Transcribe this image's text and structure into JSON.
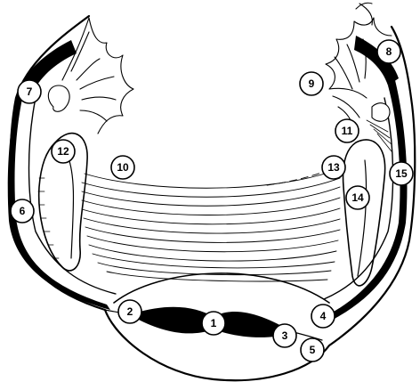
{
  "diagram": {
    "labels": [
      "1",
      "2",
      "3",
      "4",
      "5",
      "6",
      "7",
      "8",
      "9",
      "10",
      "11",
      "12",
      "13",
      "14",
      "15"
    ]
  },
  "colors": {
    "ink": "#000000",
    "paper": "#ffffff"
  }
}
